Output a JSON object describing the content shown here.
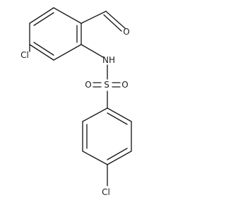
{
  "molecule": {
    "atom_labels": {
      "o_aldehyde": "O",
      "cl_top": "Cl",
      "nh": "NH",
      "s": "S",
      "o_left": "O",
      "o_right": "O",
      "cl_bottom": "Cl"
    }
  },
  "colors": {
    "bond": "#1a1a1a",
    "background": "#ffffff"
  }
}
